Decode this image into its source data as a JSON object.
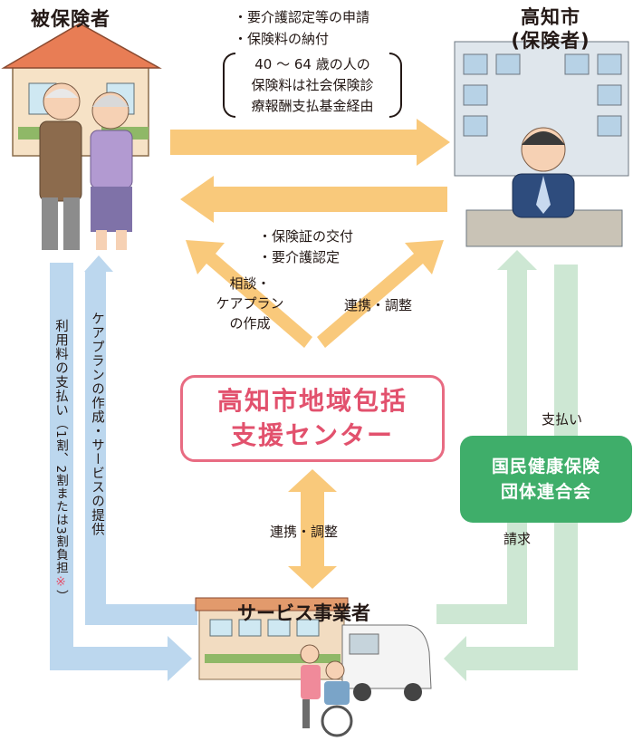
{
  "insured": {
    "title": "被保険者"
  },
  "city": {
    "title_line1": "高知市",
    "title_line2": "(保険者)"
  },
  "top_arrow": {
    "line1": "・要介護認定等の申請",
    "line2": "・保険料の納付",
    "note_line1": "40 ～ 64 歳の人の",
    "note_line2": "保険料は社会保険診",
    "note_line3": "療報酬支払基金経由"
  },
  "return_arrow": {
    "line1": "・保険証の交付",
    "line2": "・要介護認定"
  },
  "left_diag": {
    "line1": "相談・",
    "line2": "ケアプラン",
    "line3": "の作成"
  },
  "right_diag": {
    "label": "連携・調整"
  },
  "center": {
    "line1": "高知市地域包括",
    "line2": "支援センター"
  },
  "bottom_link": {
    "label": "連携・調整"
  },
  "federation": {
    "line1": "国民健康保険",
    "line2": "団体連合会",
    "pay_label": "支払い",
    "claim_label": "請求"
  },
  "provider": {
    "title": "サービス事業者"
  },
  "left_flow": {
    "fee_main": "利用料の支払い",
    "fee_note": "（1割、2割または3割負担",
    "fee_mark": "※",
    "fee_close": "）",
    "care_plan": "ケアプランの作成・サービスの提供"
  },
  "colors": {
    "orange_arrow": "#f9c97b",
    "blue_arrow": "#bcd7ee",
    "green_arrow": "#cde7d3",
    "center_border": "#e86b82",
    "federation_bg": "#3fae6a"
  }
}
